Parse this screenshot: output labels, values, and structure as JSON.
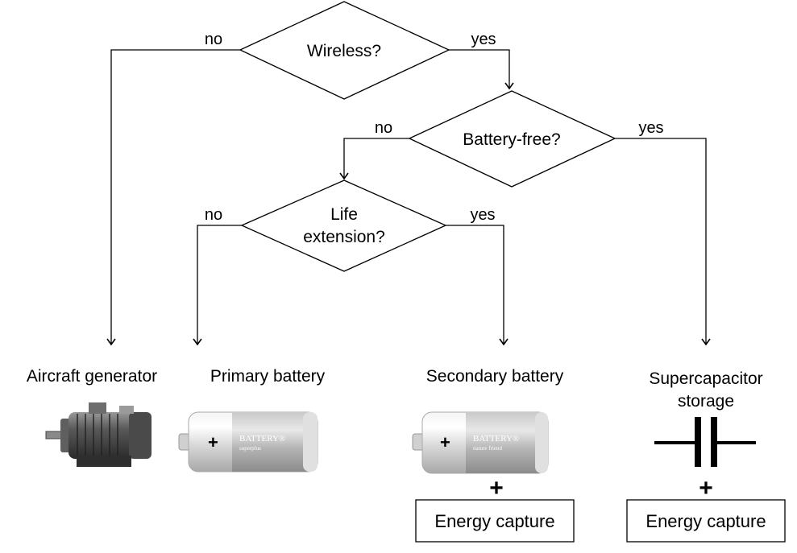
{
  "decisions": {
    "wireless": {
      "label": "Wireless?",
      "no": "no",
      "yes": "yes"
    },
    "battery_free": {
      "label": "Battery-free?",
      "no": "no",
      "yes": "yes"
    },
    "life_extension": {
      "label_line1": "Life",
      "label_line2": "extension?",
      "no": "no",
      "yes": "yes"
    }
  },
  "outcomes": {
    "aircraft_generator": {
      "label": "Aircraft generator",
      "icon": "electric-motor-icon"
    },
    "primary_battery": {
      "label": "Primary battery",
      "brand": "BATTERY®",
      "subbrand": "superplus",
      "icon": "battery-icon"
    },
    "secondary_battery": {
      "label": "Secondary battery",
      "brand": "BATTERY®",
      "subbrand": "nature friend",
      "icon": "battery-icon",
      "plus": "+",
      "capture": "Energy capture"
    },
    "supercapacitor": {
      "label_line1": "Supercapacitor",
      "label_line2": "storage",
      "icon": "capacitor-icon",
      "plus": "+",
      "capture": "Energy capture"
    }
  }
}
